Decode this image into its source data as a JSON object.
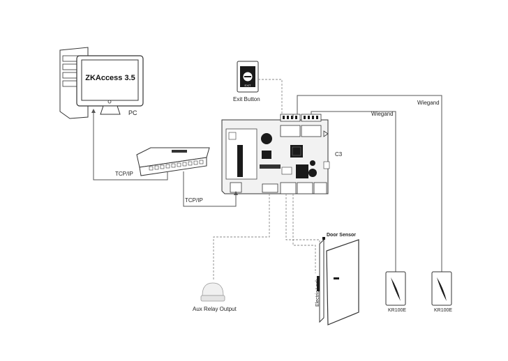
{
  "pc": {
    "screen_text": "ZKAccess 3.5",
    "label": "PC"
  },
  "exit_button": {
    "label": "Exit Button",
    "face_text": "EXIT"
  },
  "controller": {
    "label": "C3"
  },
  "links": {
    "tcpip_pc": "TCP/IP",
    "tcpip_controller": "TCP/IP"
  },
  "wiegand": {
    "label_1": "Wiegand",
    "label_2": "Wiegand"
  },
  "door": {
    "sensor_label": "Door Sensor",
    "lock_label": "Electric Lock"
  },
  "aux": {
    "label": "Aux Relay Output"
  },
  "readers": [
    {
      "label": "KR100E"
    },
    {
      "label": "KR100E"
    }
  ],
  "colors": {
    "line": "#555555",
    "dashed": "#888888",
    "panel": "#f2f2f2",
    "dark": "#1a1a1a"
  }
}
